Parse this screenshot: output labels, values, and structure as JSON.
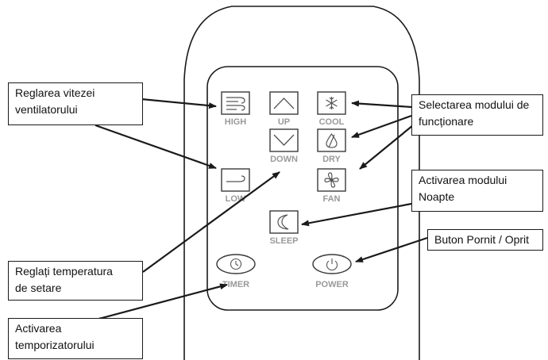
{
  "remote": {
    "buttons": {
      "high": "HIGH",
      "up": "UP",
      "cool": "COOL",
      "down": "DOWN",
      "dry": "DRY",
      "low": "LOW",
      "fan": "FAN",
      "sleep": "SLEEP",
      "timer": "TIMER",
      "power": "POWER"
    }
  },
  "callouts": {
    "fan_speed": "Reglarea vitezei\nventilatorului",
    "mode": "Selectarea modului de\nfuncționare",
    "night_mode": "Activarea modului\nNoapte",
    "power": "Buton Pornit / Oprit",
    "set_temperature": "Reglați temperatura\nde setare",
    "timer": "Activarea\ntemporizatorului"
  },
  "colors": {
    "outline": "#1a1a1a",
    "label_gray": "#9a9a9a",
    "background": "#ffffff"
  }
}
